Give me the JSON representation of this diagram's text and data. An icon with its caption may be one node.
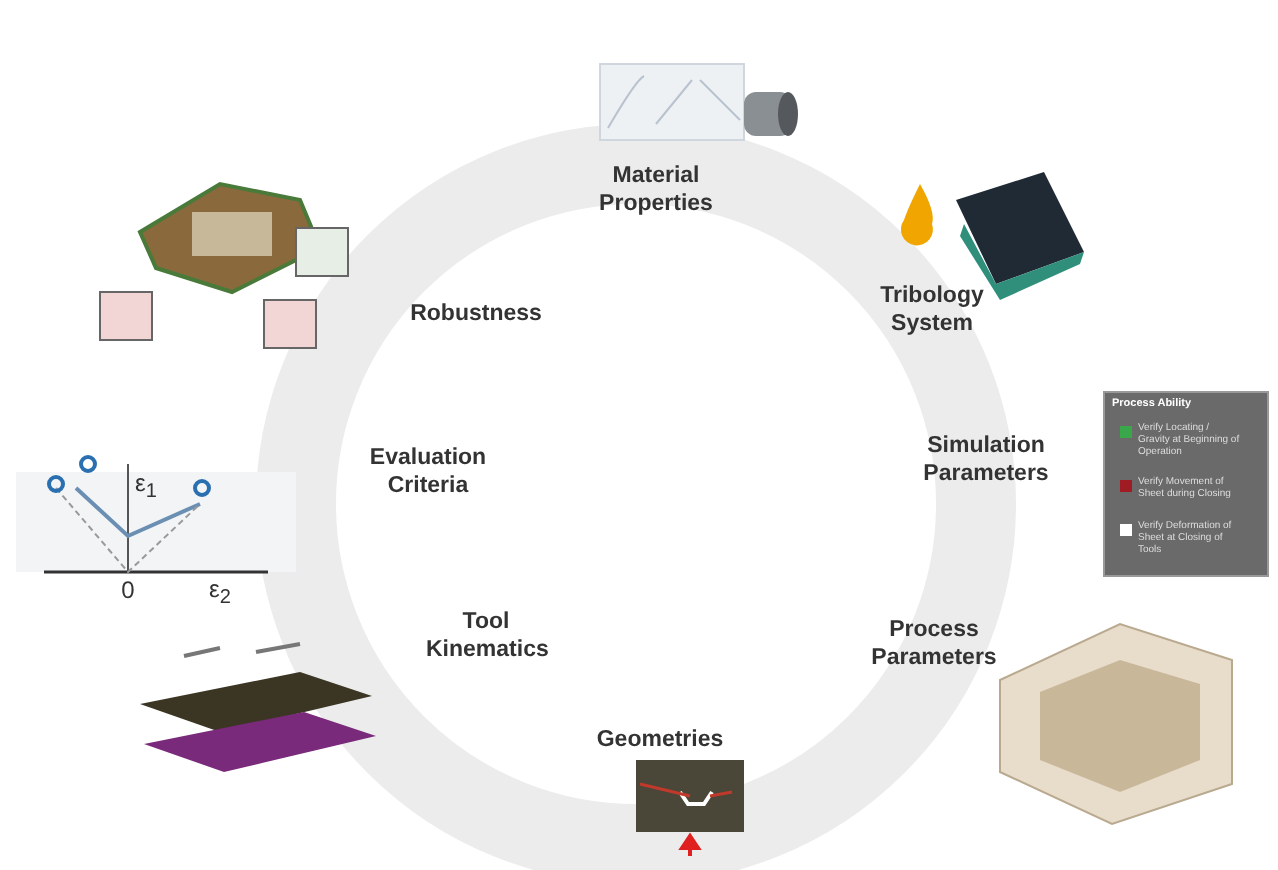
{
  "diagram": {
    "labels": [
      "Material Properties",
      "Robustness",
      "Tribology System",
      "Evaluation Criteria",
      "Simulation Parameters",
      "Process Ability",
      "Verify Locating / Gravity at Beginning of Operation",
      "Verify Movement of Sheet during Closing",
      "Verify Deformation of Sheet at Closing of Tools",
      "ε$_{1}$",
      "0",
      "ε$_{2}$",
      "Tool Kinematics",
      "Process Parameters",
      "Geometries"
    ]
  }
}
